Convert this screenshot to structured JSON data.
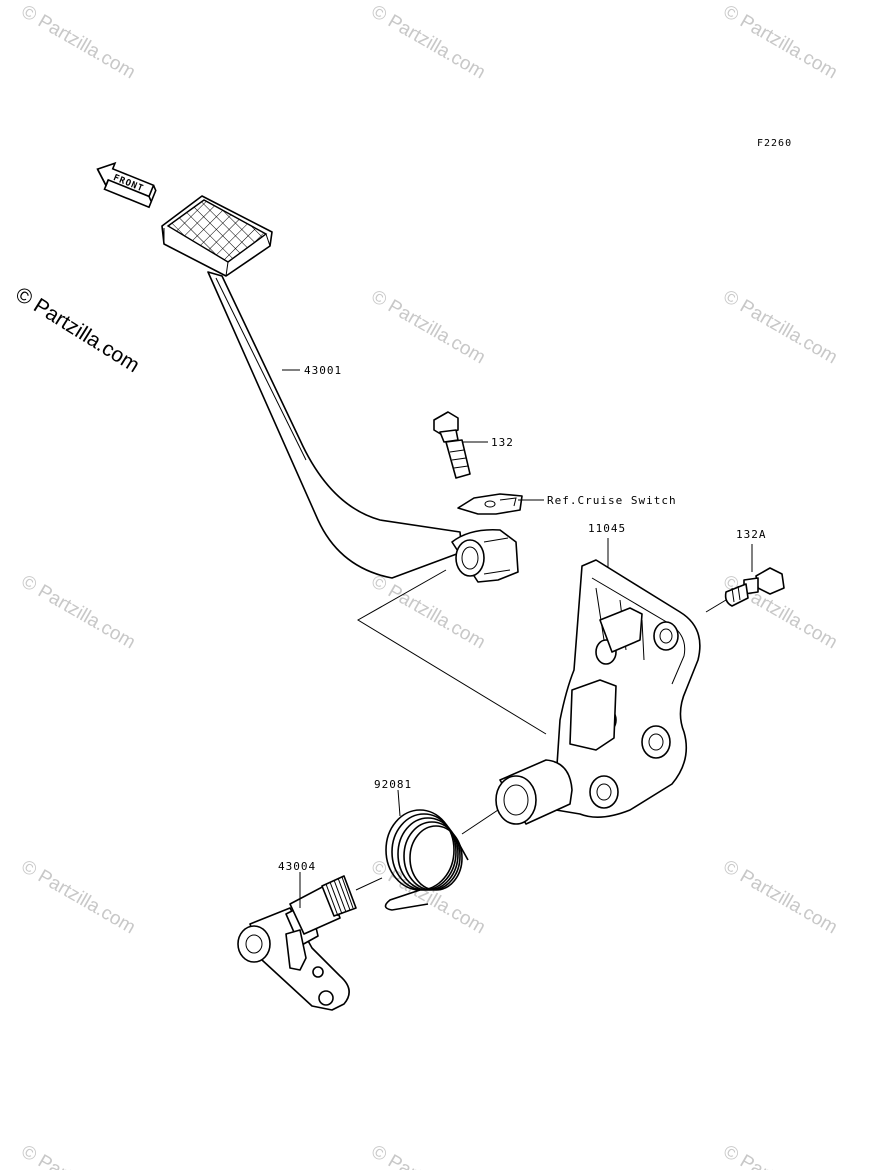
{
  "diagram": {
    "code": "F2260",
    "front_arrow_label": "FRONT",
    "callouts": {
      "pedal": "43001",
      "bolt": "132",
      "cruise_switch_ref": "Ref.Cruise Switch",
      "bracket": "11045",
      "bolt_a": "132A",
      "spring": "92081",
      "shaft": "43004"
    }
  },
  "watermark": {
    "text": "© Partzilla.com",
    "text_prominent": "© Partzilla.com"
  },
  "colors": {
    "watermark": "#c8c8c8",
    "ink": "#000000",
    "background": "#ffffff"
  }
}
